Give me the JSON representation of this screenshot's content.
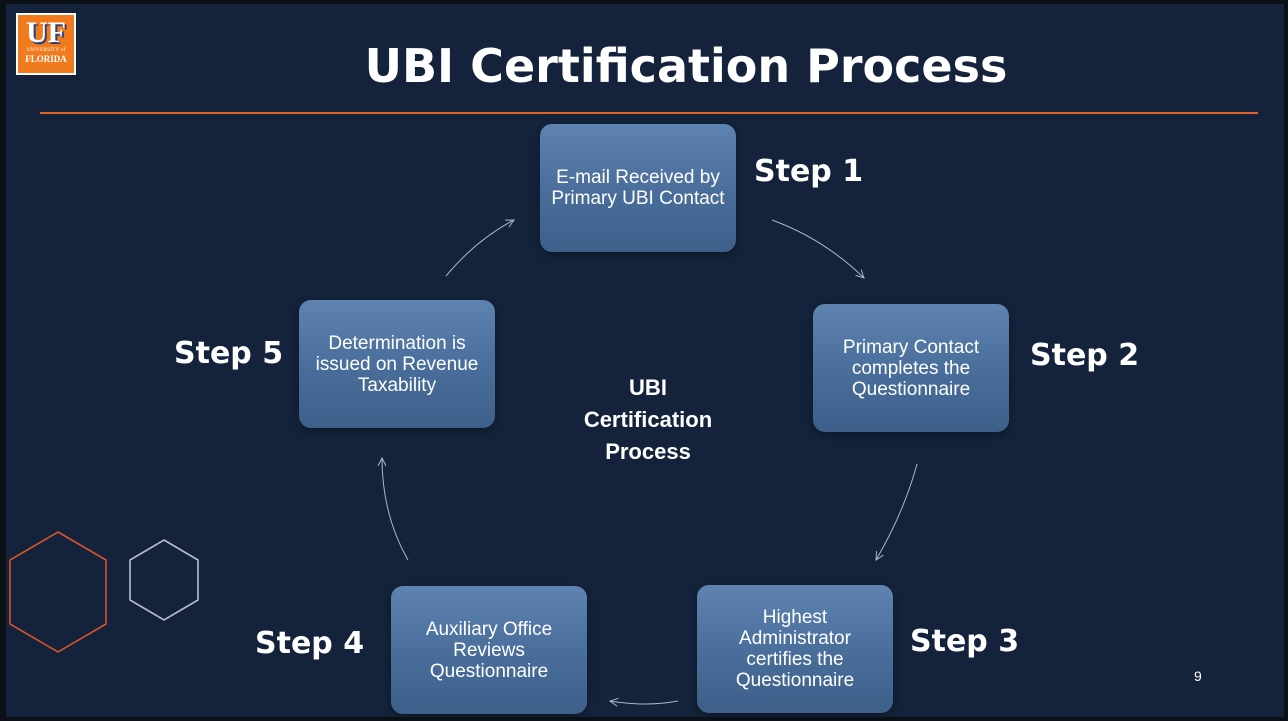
{
  "header": {
    "logo_text": "UF",
    "logo_small": "UNIVERSITY of",
    "logo_florida": "FLORIDA",
    "title": "UBI Certification Process"
  },
  "diagram": {
    "center_label_lines": [
      "UBI",
      "Certification",
      "Process"
    ],
    "nodes": [
      {
        "text": "E-mail Received by Primary UBI Contact",
        "step": "Step 1"
      },
      {
        "text": "Primary Contact completes the Questionnaire",
        "step": "Step 2"
      },
      {
        "text": "Highest Administrator certifies the Questionnaire",
        "step": "Step 3"
      },
      {
        "text": "Auxiliary Office Reviews Questionnaire",
        "step": "Step 4"
      },
      {
        "text": "Determination is issued on Revenue Taxability",
        "step": "Step 5"
      }
    ]
  },
  "footer": {
    "page_number": "9"
  },
  "colors": {
    "background": "#14233b",
    "accent": "#e0642a",
    "node_fill": "#4f73a0"
  }
}
